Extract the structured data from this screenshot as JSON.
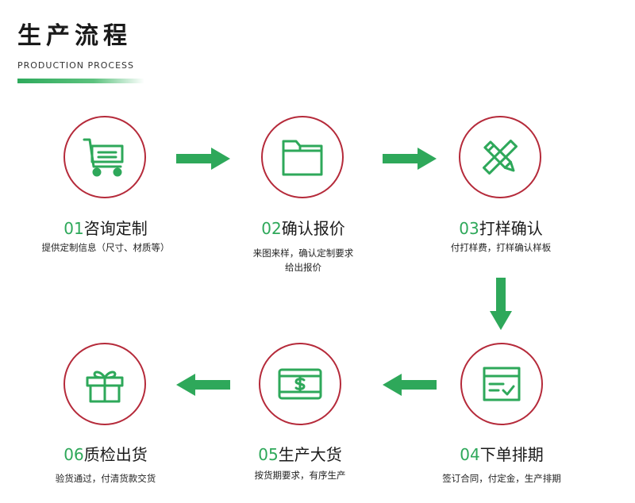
{
  "header": {
    "title": "生产流程",
    "subtitle": "PRODUCTION PROCESS"
  },
  "colors": {
    "accent_green": "#2ea85a",
    "circle_border": "#b52a3a"
  },
  "steps": [
    {
      "num": "01",
      "name": "咨询定制",
      "desc": "提供定制信息（尺寸、材质等）",
      "icon": "shopping-cart-icon"
    },
    {
      "num": "02",
      "name": "确认报价",
      "desc": "来图来样，确认定制要求",
      "desc2": "给出报价",
      "icon": "folder-icon"
    },
    {
      "num": "03",
      "name": "打样确认",
      "desc": "付打样费，打样确认样板",
      "icon": "pencil-ruler-icon"
    },
    {
      "num": "04",
      "name": "下单排期",
      "desc": "签订合同，付定金，生产排期",
      "icon": "box-check-icon"
    },
    {
      "num": "05",
      "name": "生产大货",
      "desc": "按货期要求，有序生产",
      "icon": "dollar-card-icon"
    },
    {
      "num": "06",
      "name": "质检出货",
      "desc": "验货通过，付清货款交货",
      "icon": "gift-icon"
    }
  ]
}
